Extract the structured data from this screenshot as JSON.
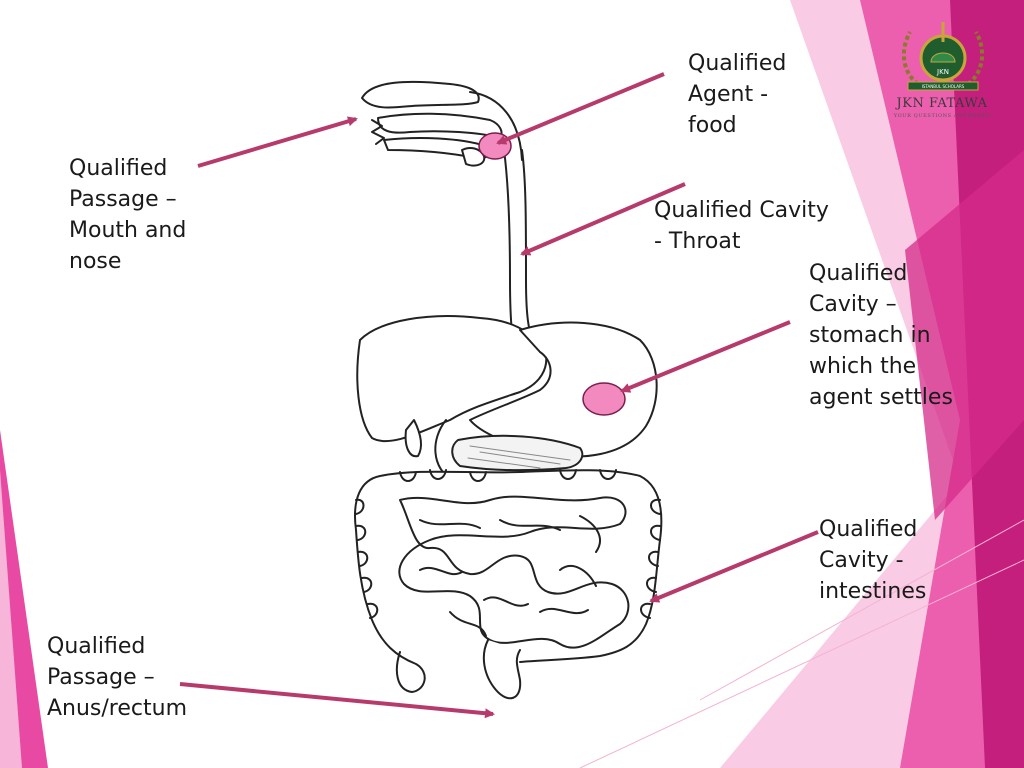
{
  "colors": {
    "arrow": "#b73a6c",
    "highlight": "#f28ac0",
    "accent_light": "#f7b6d9",
    "accent_mid": "#e84aa3",
    "accent_dark": "#c51f7e"
  },
  "labels": {
    "passage_mouth": "Qualified\nPassage –\nMouth and\nnose",
    "agent_food": "Qualified\nAgent -\nfood",
    "cavity_throat": "Qualified Cavity\n- Throat",
    "cavity_stomach": "Qualified\nCavity –\nstomach in\nwhich the\nagent settles",
    "cavity_intestines": "Qualified\nCavity -\nintestines",
    "passage_anus": "Qualified\nPassage –\nAnus/rectum"
  },
  "logo": {
    "badge": "JKN",
    "ribbon": "ISTANBUL SCHOLARS",
    "name": "JKN FATAWA",
    "tagline": "YOUR QUESTIONS ANSWERED"
  }
}
